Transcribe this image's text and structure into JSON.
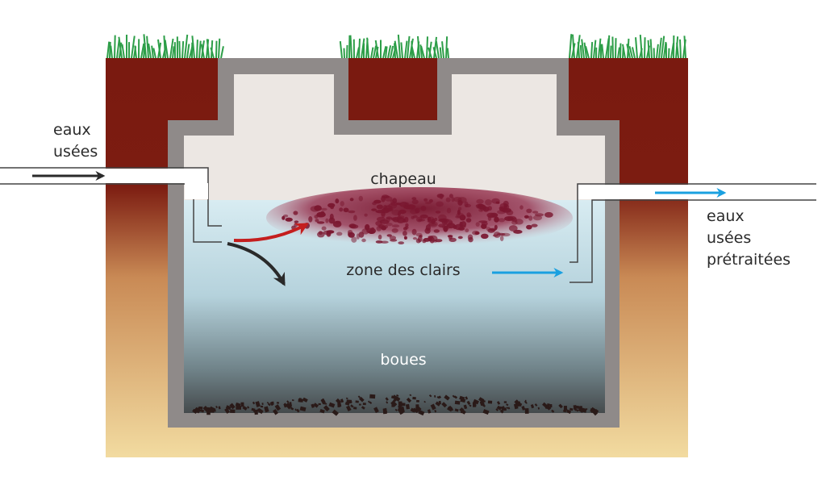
{
  "labels": {
    "inlet": [
      "eaux",
      "usées"
    ],
    "scum": "chapeau",
    "clear_zone": "zone des clairs",
    "sludge": "boues",
    "outlet": [
      "eaux",
      "usées",
      "prétraitées"
    ]
  },
  "colors": {
    "soil_top": "#7a1a10",
    "soil_bottom": "#f2dba0",
    "concrete": "#8f8a89",
    "scum_layer": "#ece7e3",
    "clear_water": "#cfe6ee",
    "sludge_deep": "#3a3a3a",
    "grass": "#2d9e48",
    "arrow_dark": "#2a2a2a",
    "arrow_red": "#c41e1e",
    "arrow_blue": "#1aa0e0",
    "text": "#2b2b2b",
    "text_light": "#ffffff"
  }
}
